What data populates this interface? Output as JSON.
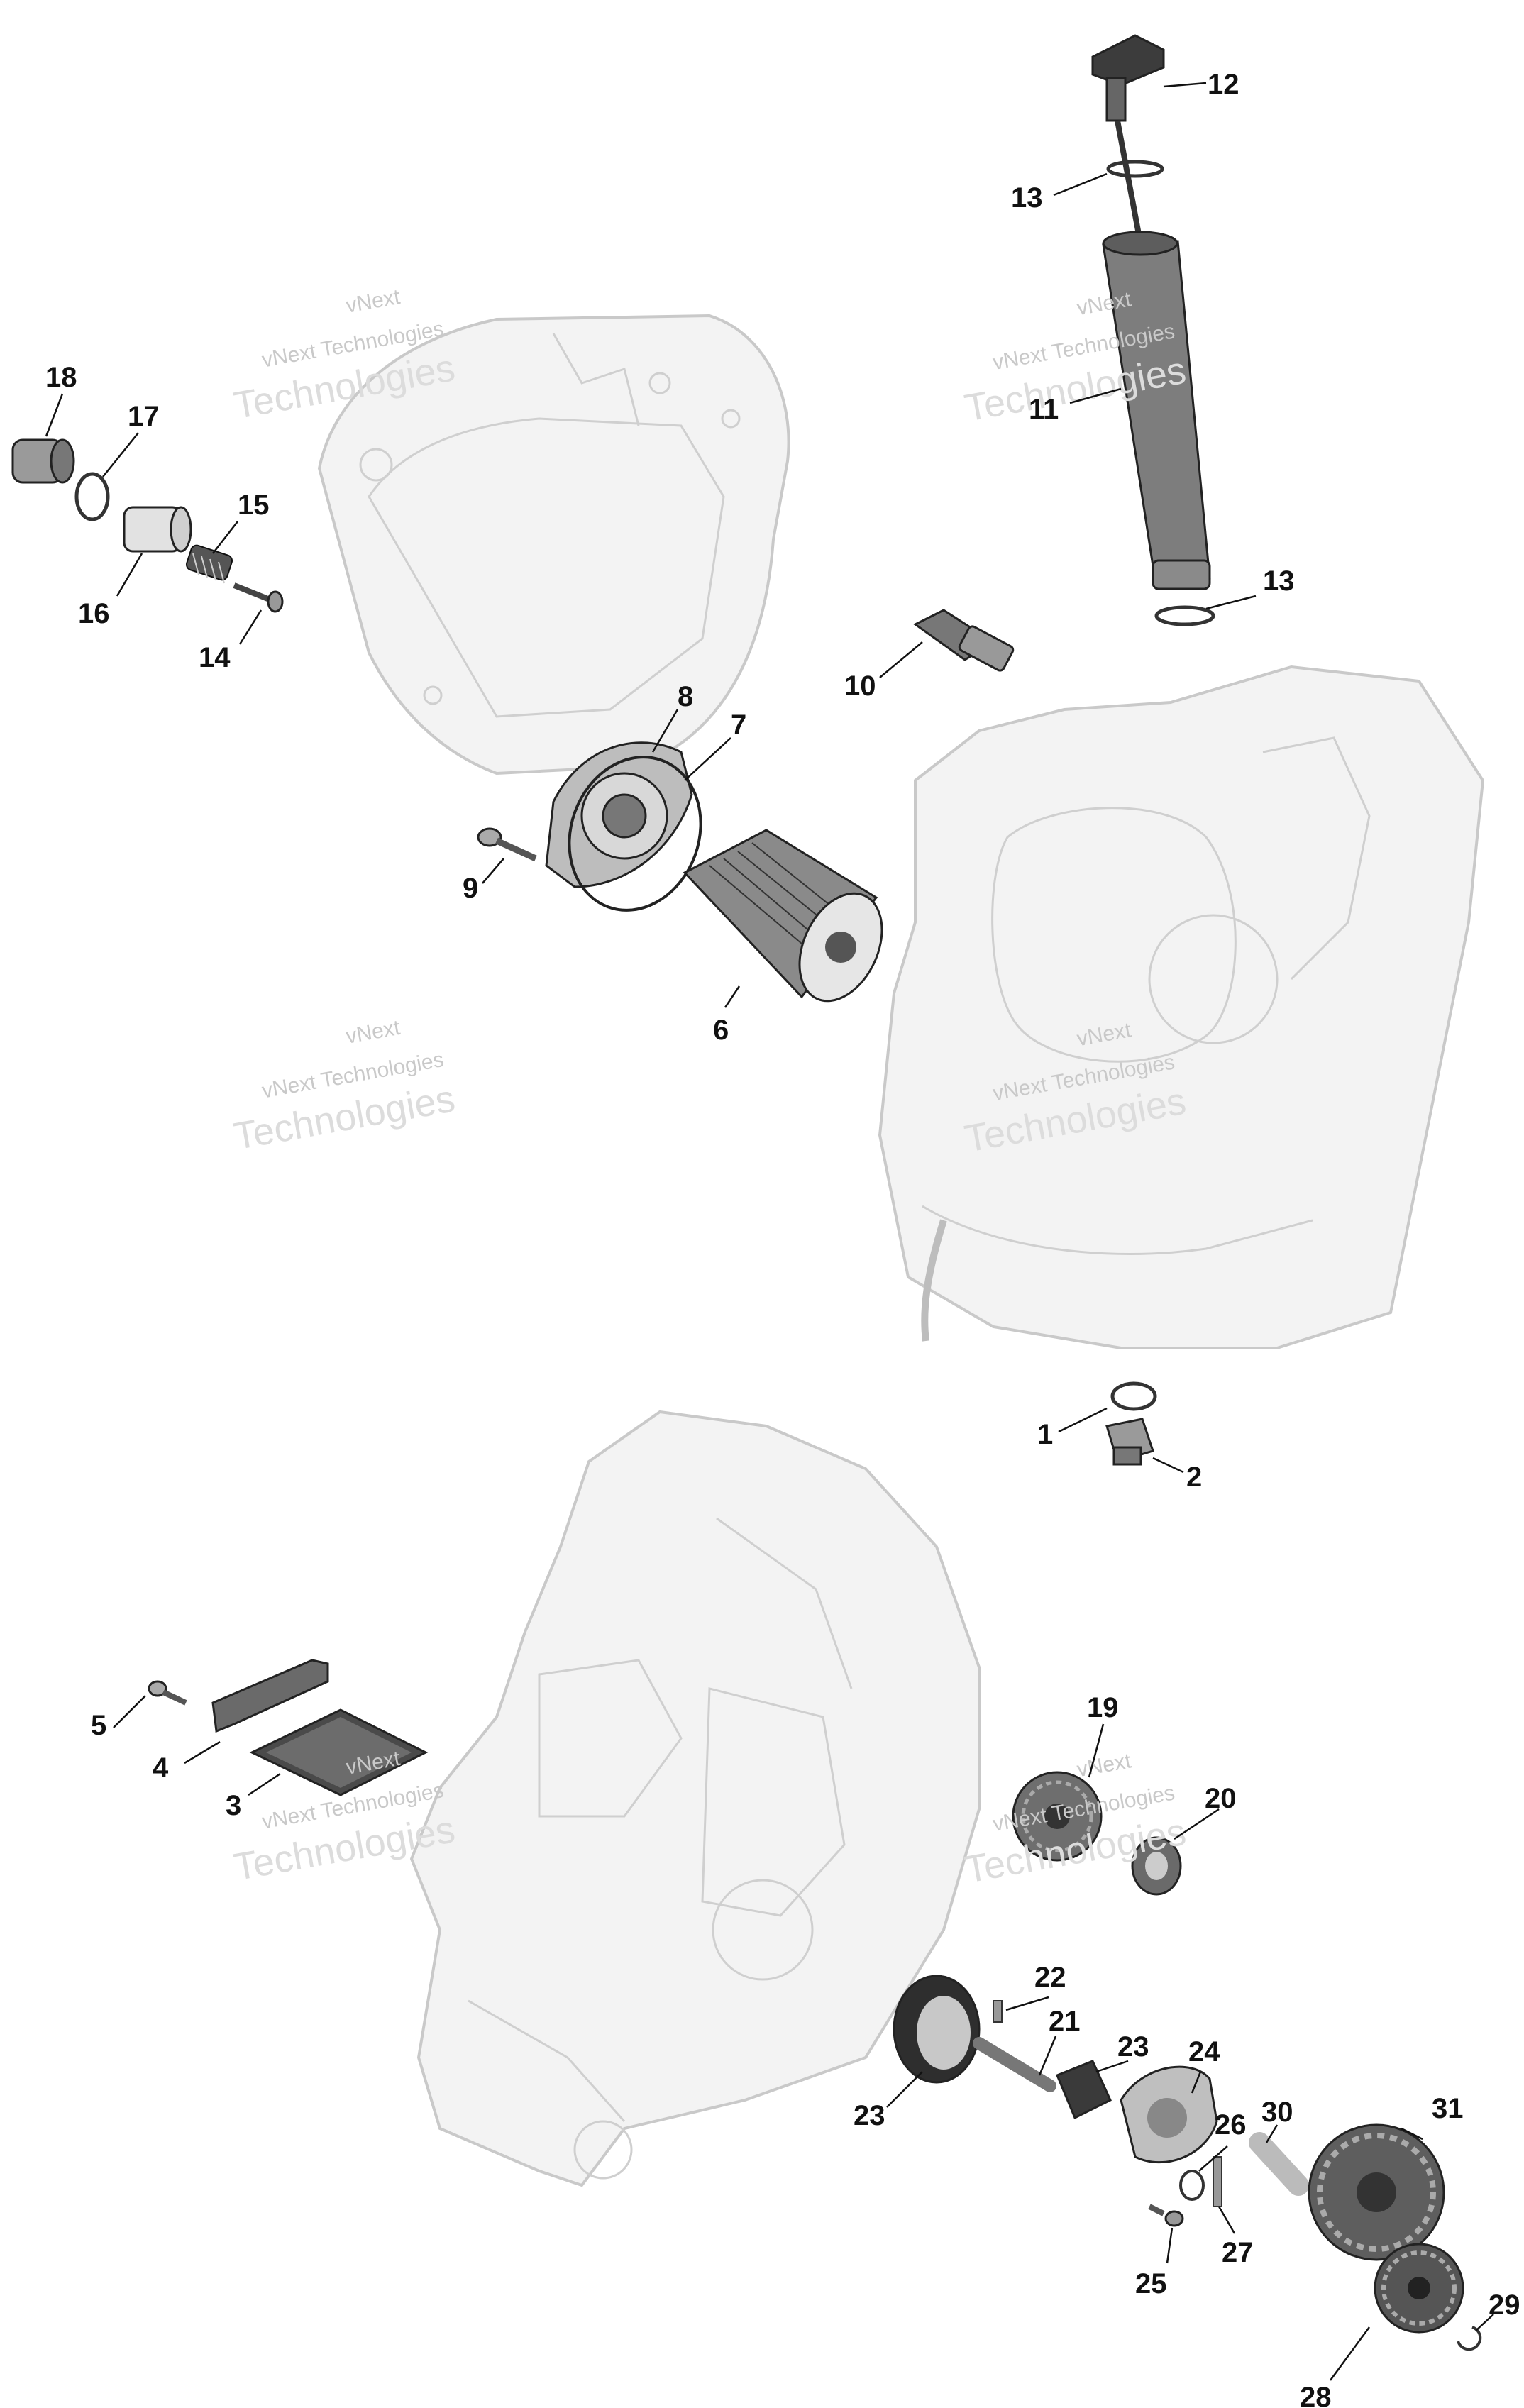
{
  "watermarks": [
    {
      "line1": "vNext",
      "line2": "vNext Technologies",
      "line3": "Technologies"
    },
    {
      "line1": "vNext",
      "line2": "vNext Technologies",
      "line3": "Technologies"
    },
    {
      "line1": "vNext",
      "line2": "vNext Technologies",
      "line3": "Technologies"
    },
    {
      "line1": "vNext",
      "line2": "vNext Technologies",
      "line3": "Technologies"
    },
    {
      "line1": "vNext",
      "line2": "vNext Technologies",
      "line3": "Technologies"
    },
    {
      "line1": "vNext",
      "line2": "vNext Technologies",
      "line3": "Technologies"
    }
  ],
  "callouts": {
    "n1": "1",
    "n2": "2",
    "n3": "3",
    "n4": "4",
    "n5": "5",
    "n6": "6",
    "n7": "7",
    "n8": "8",
    "n9": "9",
    "n10": "10",
    "n11": "11",
    "n12": "12",
    "n13a": "13",
    "n13b": "13",
    "n14": "14",
    "n15": "15",
    "n16": "16",
    "n17": "17",
    "n18": "18",
    "n19": "19",
    "n20": "20",
    "n21": "21",
    "n22": "22",
    "n23a": "23",
    "n23b": "23",
    "n24": "24",
    "n25": "25",
    "n26": "26",
    "n27": "27",
    "n28": "28",
    "n29": "29",
    "n30": "30",
    "n31": "31"
  },
  "colors": {
    "ghost_fill": "#f3f3f3",
    "ghost_stroke": "#c9c9c9",
    "part_dark": "#5a5a5a",
    "part_mid": "#9a9a9a",
    "label": "#111111"
  }
}
